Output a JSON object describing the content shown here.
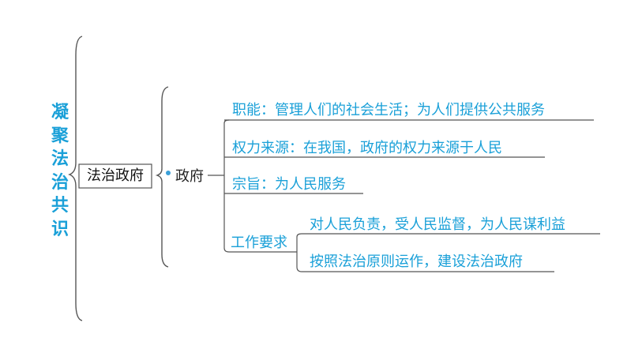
{
  "title_chars": [
    "凝",
    "聚",
    "法",
    "治",
    "共",
    "识"
  ],
  "box_label": "法治政府",
  "node_label": "政府",
  "branches": [
    "职能：管理人们的社会生活；为人们提供公共服务",
    "权力来源：在我国，政府的权力来源于人民",
    "宗旨：为人民服务"
  ],
  "work_label": "工作要求",
  "work_items": [
    "对人民负责，受人民监督，为人民谋利益",
    "按照法治原则运作，建设法治政府"
  ],
  "colors": {
    "accent": "#1aa0d8",
    "line": "#555555",
    "dot": "#3a9fd8"
  }
}
